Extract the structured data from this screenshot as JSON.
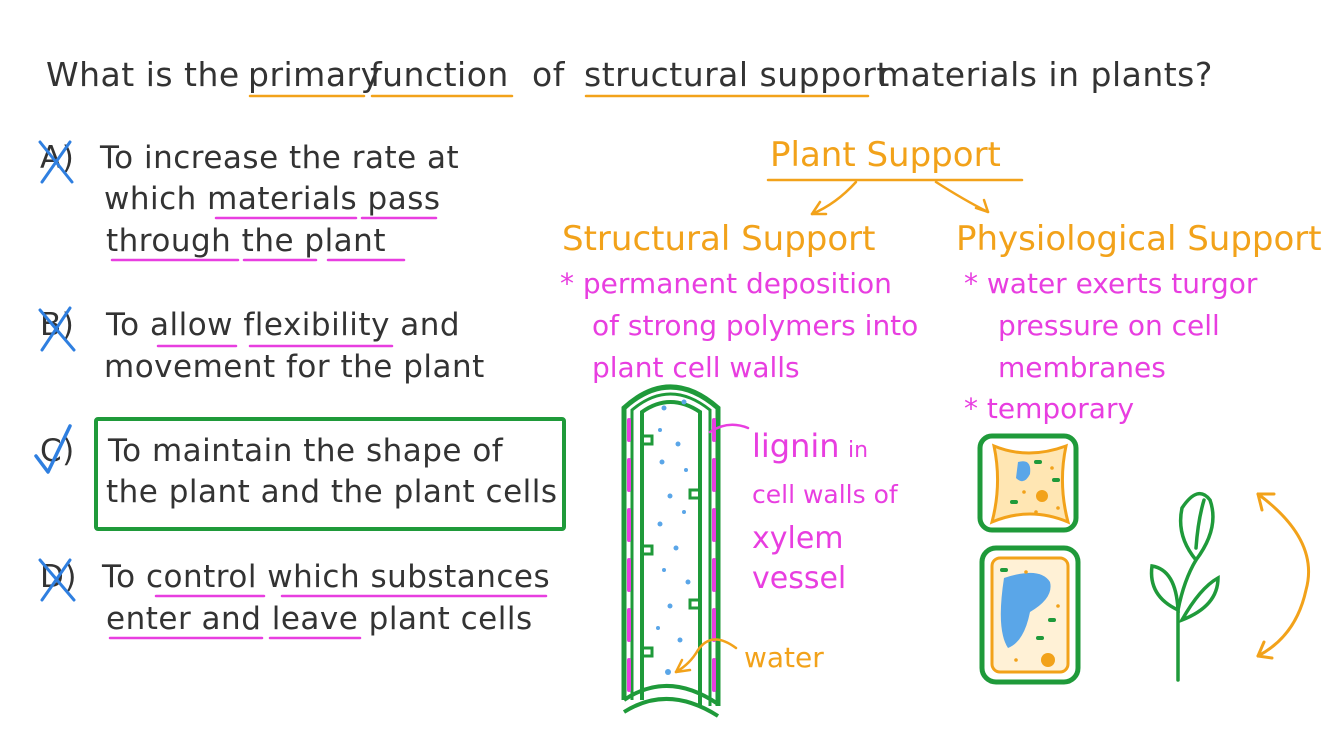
{
  "question": {
    "parts": [
      "What is the",
      "primary",
      "function",
      "of",
      "structural support",
      "materials in plants?"
    ]
  },
  "options": [
    {
      "letter": "A",
      "lines": [
        "To increase the rate at",
        "which materials pass",
        "through the plant"
      ],
      "status": "crossed"
    },
    {
      "letter": "B",
      "lines": [
        "To allow flexibility and",
        "movement for the plant"
      ],
      "status": "crossed"
    },
    {
      "letter": "C",
      "lines": [
        "To maintain the shape of",
        "the plant and the plant cells"
      ],
      "status": "correct"
    },
    {
      "letter": "D",
      "lines": [
        "To control which substances",
        "enter and leave plant cells"
      ],
      "status": "crossed"
    }
  ],
  "diagram": {
    "title": "Plant Support",
    "structural": {
      "heading": "Structural Support",
      "bullet_lines": [
        "* permanent deposition",
        "of strong polymers into",
        "plant cell walls"
      ],
      "label_lignin": [
        "lignin",
        "in"
      ],
      "label_cellwalls": "cell walls of",
      "label_xylem": [
        "xylem",
        "vessel"
      ],
      "label_water": "water"
    },
    "physiological": {
      "heading": "Physiological Support",
      "bullet1_lines": [
        "* water exerts turgor",
        "pressure on cell",
        "membranes"
      ],
      "bullet2": "* temporary"
    }
  },
  "colors": {
    "text": "#333333",
    "pink": "#e83ee0",
    "orange": "#f2a21a",
    "green": "#1f9a3a",
    "blue": "#2f7fe0",
    "water_blue": "#5aa6e8"
  }
}
